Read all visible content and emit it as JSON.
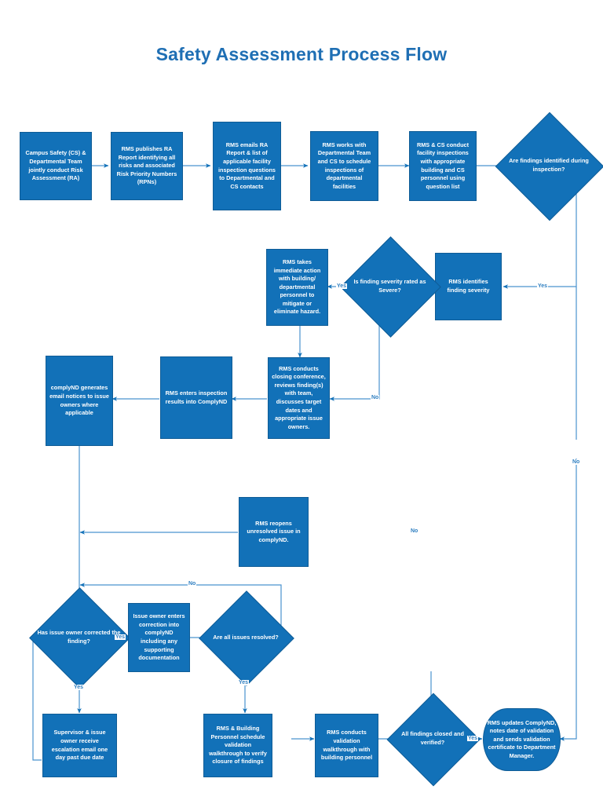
{
  "page": {
    "title": "Safety Assessment Process Flow",
    "title_color": "#1f6fb4",
    "shape_fill": "#1271b8",
    "line_color": "#3d8fcd",
    "background": "#ffffff"
  },
  "nodes": {
    "n1": {
      "label": "Campus Safety (CS) & Departmental Team jointly conduct Risk Assessment (RA)",
      "shape": "process"
    },
    "n2": {
      "label": "RMS publishes RA Report identifying all risks and associated Risk Priority Numbers (RPNs)",
      "shape": "process"
    },
    "n3": {
      "label": "RMS emails RA Report & list of applicable facility inspection questions to Departmental and CS contacts",
      "shape": "process"
    },
    "n4": {
      "label": "RMS works with Departmental Team and CS to schedule inspections of departmental facilities",
      "shape": "process"
    },
    "n5": {
      "label": "RMS & CS conduct facility inspections with appropriate building and CS personnel using question list",
      "shape": "process"
    },
    "d1": {
      "label": "Are findings identified during inspection?",
      "shape": "decision"
    },
    "n6": {
      "label": "RMS identifies finding severity",
      "shape": "process"
    },
    "d2": {
      "label": "Is finding severity rated as Severe?",
      "shape": "decision"
    },
    "n7": {
      "label": "RMS takes immediate action with building/ departmental personnel to mitigate or eliminate hazard.",
      "shape": "process"
    },
    "n8": {
      "label": "RMS conducts closing conference,  reviews finding(s) with team, discusses target dates and appropriate issue owners.",
      "shape": "process"
    },
    "n9": {
      "label": "RMS enters  inspection results into ComplyND",
      "shape": "process"
    },
    "n10": {
      "label": "complyND generates email notices to issue owners where applicable",
      "shape": "process"
    },
    "n11": {
      "label": "RMS reopens unresolved issue in complyND.",
      "shape": "process"
    },
    "d3": {
      "label": "Has issue owner corrected the finding?",
      "shape": "decision"
    },
    "n12": {
      "label": "Issue owner enters correction into complyND including any supporting documentation",
      "shape": "process"
    },
    "d4": {
      "label": "Are all issues resolved?",
      "shape": "decision"
    },
    "n13": {
      "label": "Supervisor & issue owner receive escalation email one day past due date",
      "shape": "process"
    },
    "n14": {
      "label": "RMS & Building Personnel schedule validation walkthrough to verify closure of findings",
      "shape": "process"
    },
    "n15": {
      "label": "RMS conducts validation walkthrough with building personnel",
      "shape": "process"
    },
    "d5": {
      "label": "All findings closed and verified?",
      "shape": "decision"
    },
    "n16": {
      "label": "RMS updates ComplyND, notes date of validation and sends validation certificate to Department Manager.",
      "shape": "terminator"
    }
  },
  "edge_labels": {
    "e1": "Yes",
    "e2": "Yes",
    "e3": "No",
    "e4": "No",
    "e5": "No",
    "e6": "Yes",
    "e7": "No",
    "e8": "Yes",
    "e9": "Yes"
  }
}
